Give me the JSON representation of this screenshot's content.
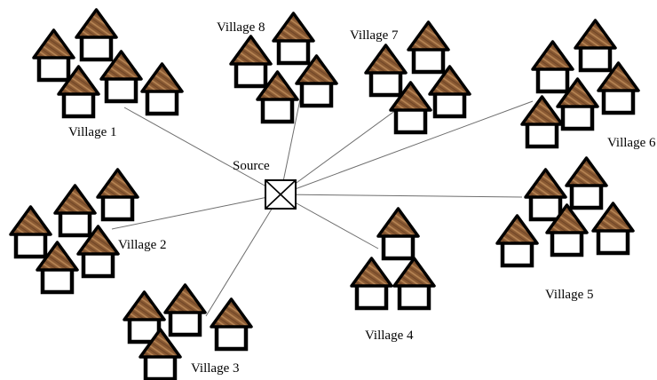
{
  "source": {
    "label": "Source"
  },
  "villages": [
    {
      "name": "Village 1",
      "houses": 5
    },
    {
      "name": "Village 2",
      "houses": 5
    },
    {
      "name": "Village 3",
      "houses": 4
    },
    {
      "name": "Village 4",
      "houses": 3
    },
    {
      "name": "Village 5",
      "houses": 5
    },
    {
      "name": "Village 6",
      "houses": 5
    },
    {
      "name": "Village 7",
      "houses": 4
    },
    {
      "name": "Village 8",
      "houses": 4
    }
  ],
  "colors": {
    "roof": "#8a5a33",
    "roof_stripe": "#b88655",
    "outline": "#000000",
    "wall": "#ffffff",
    "link": "#6e6e6e"
  },
  "icons": {
    "house": "house-icon",
    "source": "source-junction-icon"
  }
}
